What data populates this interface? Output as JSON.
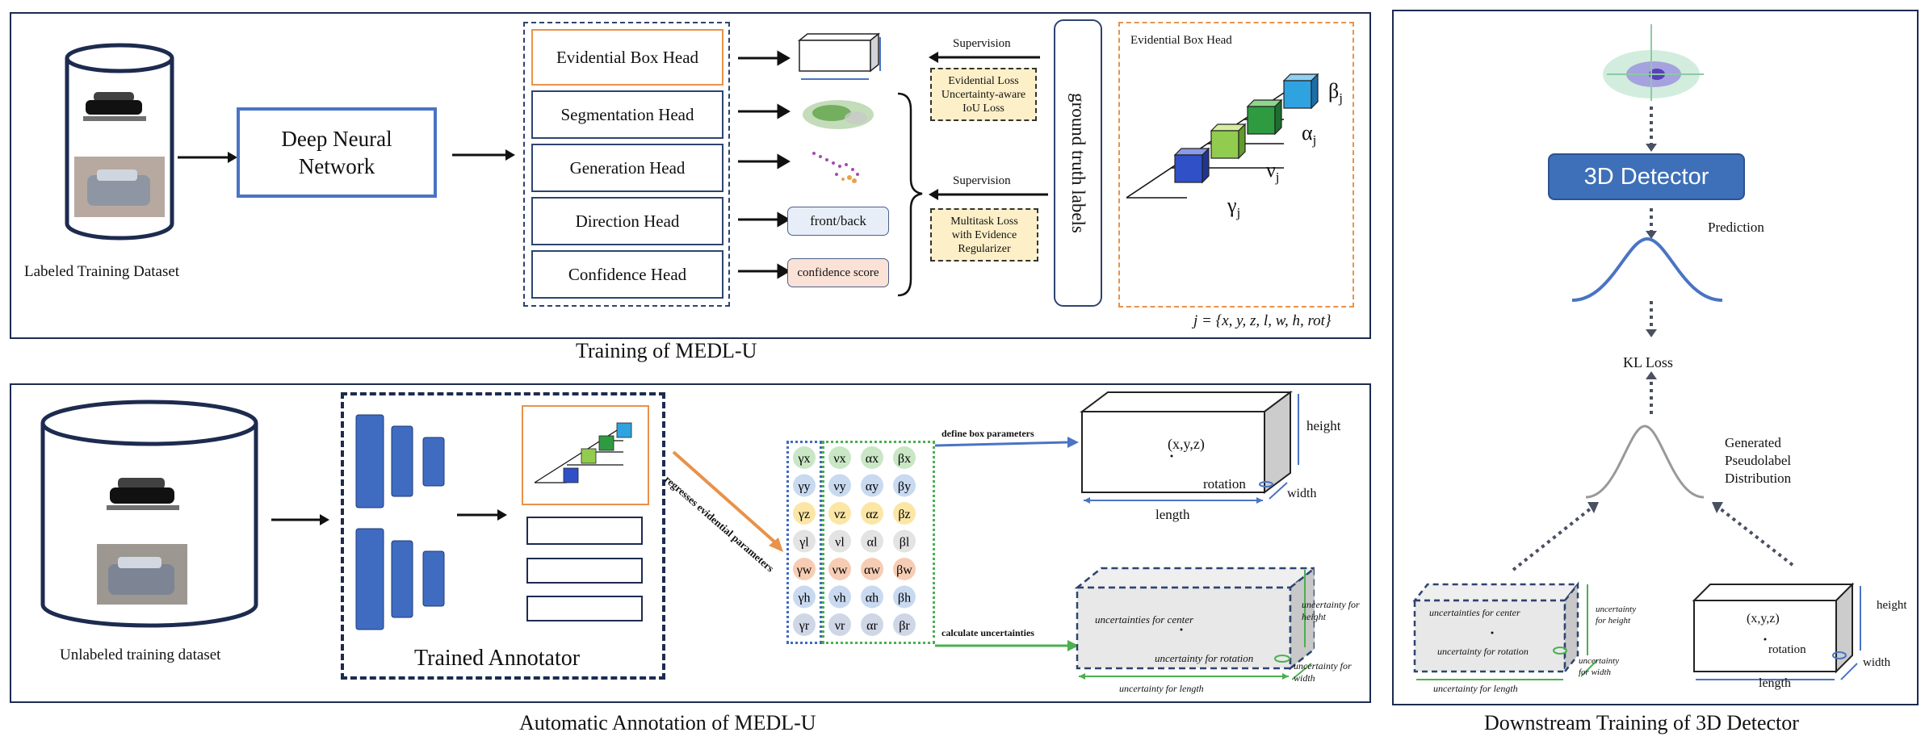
{
  "training": {
    "dataset_label": "Labeled Training Dataset",
    "network": "Deep Neural Network",
    "heads": [
      "Evidential Box Head",
      "Segmentation Head",
      "Generation Head",
      "Direction Head",
      "Confidence Head"
    ],
    "direction_output": "front/back",
    "confidence_output": "confidence score",
    "supervision_1": "Supervision",
    "supervision_2": "Supervision",
    "loss_box": "Evidential Loss Uncertainty-aware IoU Loss",
    "loss_multi": "Multitask Loss with Evidence Regularizer",
    "ground_truth": "ground truth labels",
    "evidential_title": "Evidential Box Head",
    "params": {
      "beta": "β",
      "alpha": "α",
      "nu": "ν",
      "gamma": "γ",
      "sub": "j"
    },
    "j_definition": "j = {x, y, z, l, w, h, rot}",
    "caption": "Training of MEDL-U"
  },
  "annotation": {
    "dataset_label": "Unlabeled training dataset",
    "annotator_label": "Trained Annotator",
    "regress_label": "regresses evidential parameters",
    "define_label": "define box parameters",
    "calc_label": "calculate uncertainties",
    "matrix_rows": [
      [
        "γx",
        "νx",
        "αx",
        "βx"
      ],
      [
        "γy",
        "νy",
        "αy",
        "βy"
      ],
      [
        "γz",
        "νz",
        "αz",
        "βz"
      ],
      [
        "γl",
        "νl",
        "αl",
        "βl"
      ],
      [
        "γw",
        "νw",
        "αw",
        "βw"
      ],
      [
        "γh",
        "νh",
        "αh",
        "βh"
      ],
      [
        "γr",
        "νr",
        "αr",
        "βr"
      ]
    ],
    "box_center": "(x,y,z)",
    "box_rotation": "rotation",
    "box_height": "height",
    "box_width": "width",
    "box_length": "length",
    "unc_center": "uncertainties for center",
    "unc_rotation": "uncertainty for rotation",
    "unc_height": "uncertainty for height",
    "unc_width": "uncertainty for width",
    "unc_length": "uncertainty for length",
    "caption": "Automatic Annotation of MEDL-U"
  },
  "downstream": {
    "detector": "3D Detector",
    "prediction": "Prediction",
    "kl_loss": "KL Loss",
    "pseudolabel": "Generated Pseudolabel Distribution",
    "unc_center": "uncertainties for center",
    "unc_rotation": "uncertainty for rotation",
    "unc_length": "uncertainty for length",
    "unc_width": "uncertainty for width",
    "unc_height": "uncertainty for height",
    "box_center": "(x,y,z)",
    "box_rotation": "rotation",
    "box_height": "height",
    "box_width": "width",
    "box_length": "length",
    "caption": "Downstream Training of 3D Detector"
  },
  "colors": {
    "panel_border": "#1d2b4f",
    "accent_blue": "#4a74c4",
    "detector_blue": "#3d70b8",
    "green": "#4caf50",
    "orange": "#e8924a"
  }
}
